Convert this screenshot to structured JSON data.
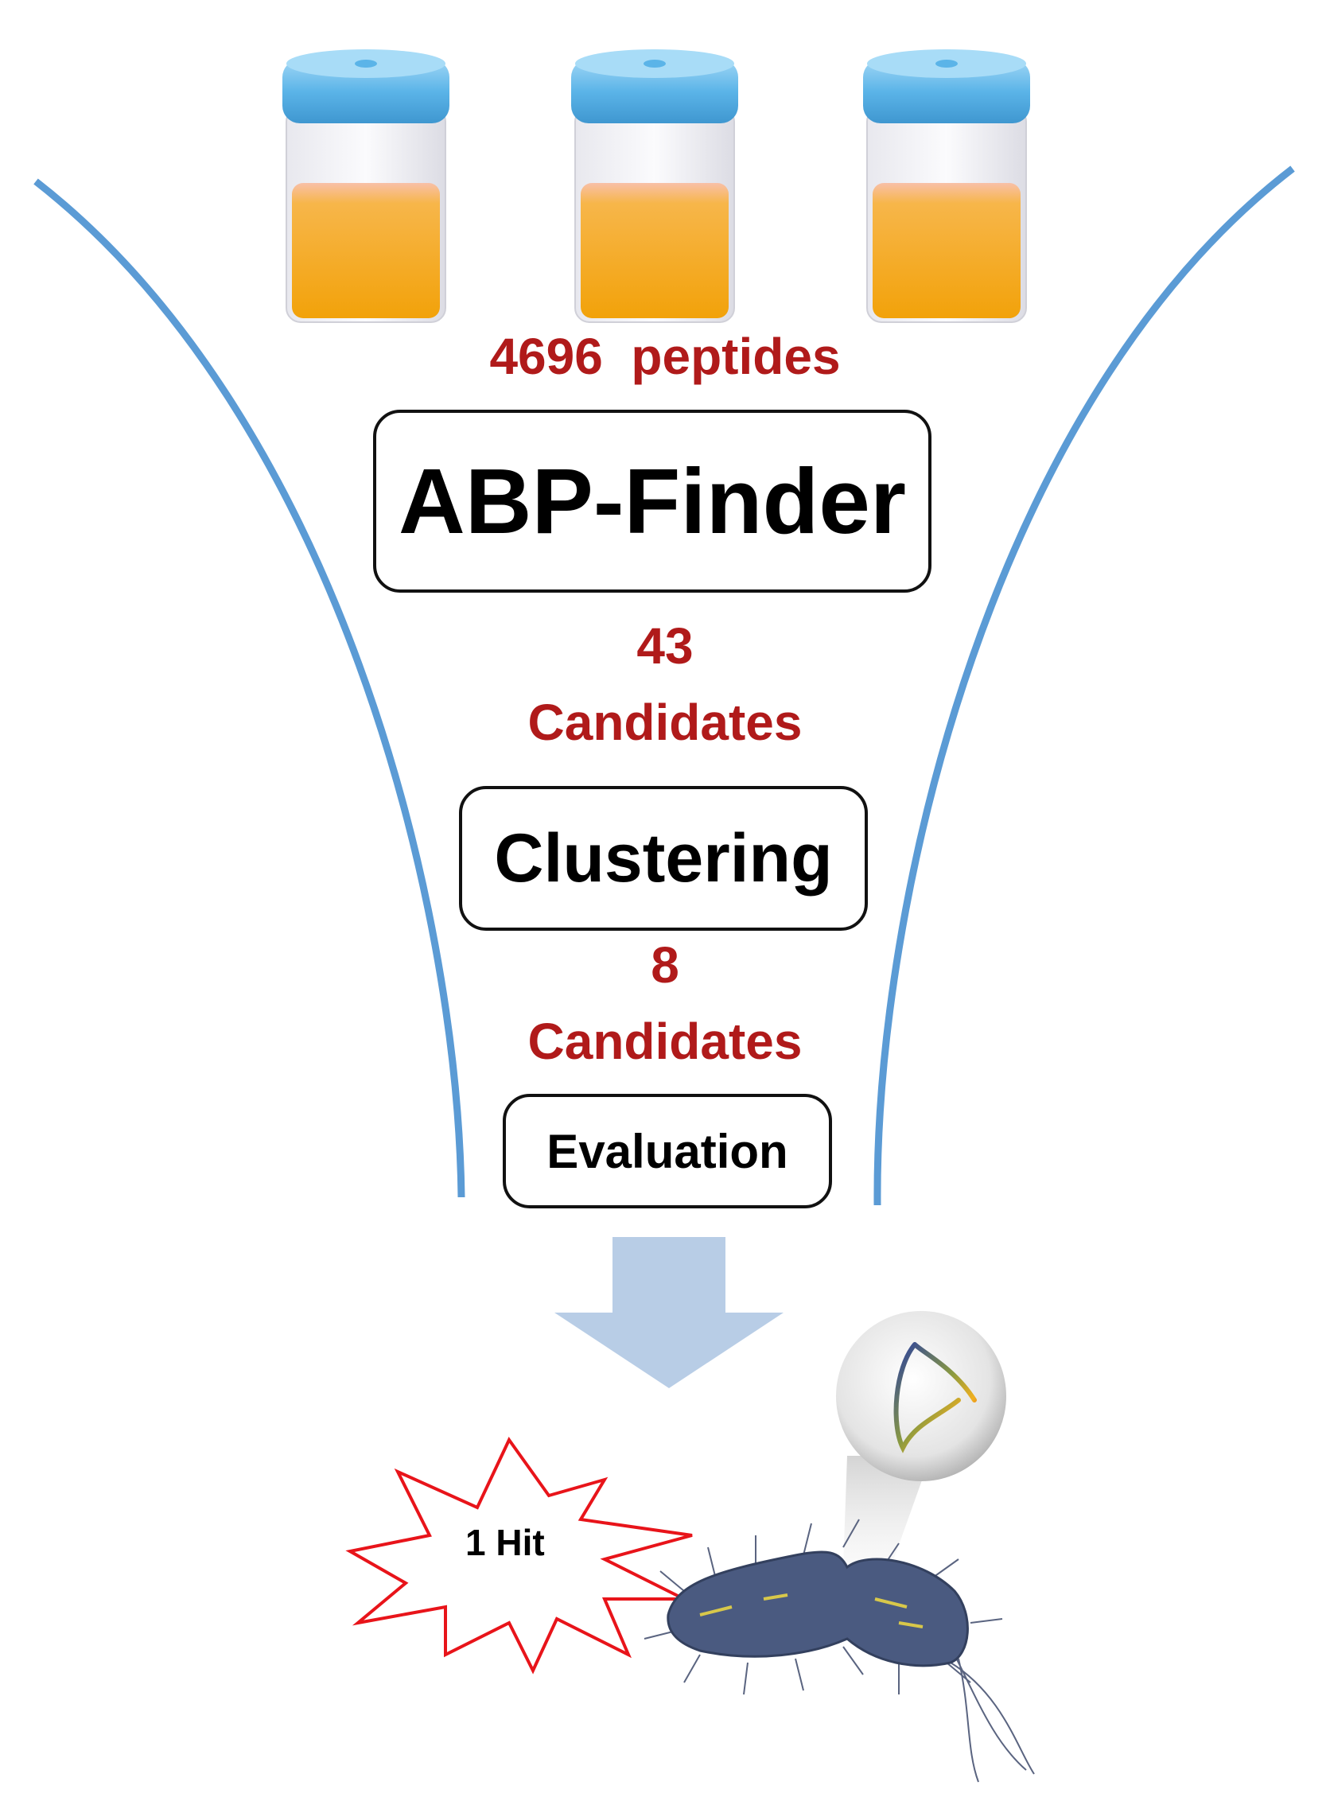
{
  "funnel": {
    "stage1_count": "4696  peptides",
    "step1_label": "ABP-Finder",
    "stage2_count": "43",
    "stage2_unit": "Candidates",
    "step2_label": "Clustering",
    "stage3_count": "8",
    "stage3_unit": "Candidates",
    "step3_label": "Evaluation",
    "result_label": "1 Hit"
  },
  "colors": {
    "funnel_line": "#5b9bd5",
    "count_text": "#b01a1a",
    "arrow": "#b8cde6",
    "jar_cap": "#5bb4e8",
    "urine": "#f6b010",
    "starburst": "#e8141a",
    "bacterium": "#4a5a80"
  },
  "icons": [
    "urine-sample-jar-icon",
    "down-arrow-icon",
    "starburst-icon",
    "bacterium-icon",
    "magnifier-bubble-icon",
    "peptide-structure-icon"
  ]
}
